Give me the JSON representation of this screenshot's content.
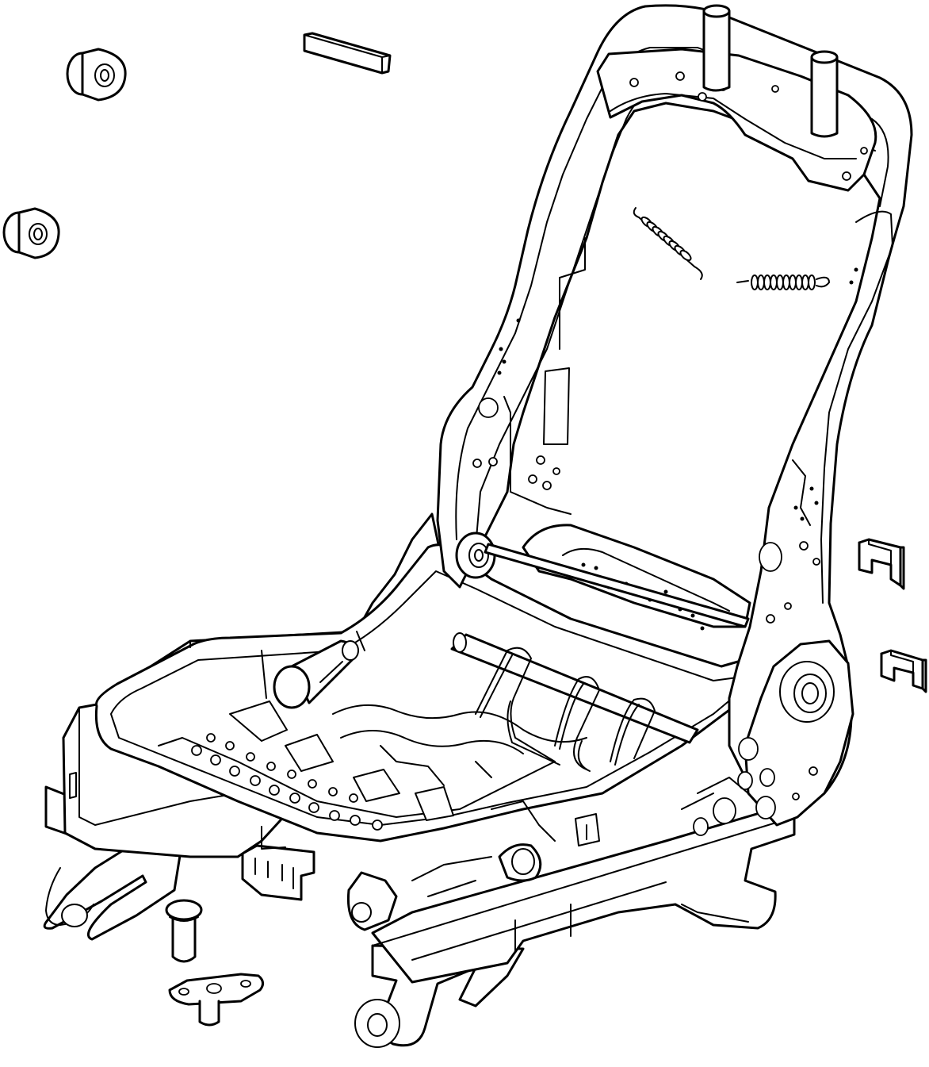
{
  "diagram": {
    "background": "#ffffff",
    "line_color": "#000000",
    "parts": [
      {
        "name": "seat-frame-assembly"
      },
      {
        "name": "grommet-upper"
      },
      {
        "name": "grommet-lower"
      },
      {
        "name": "pad-strip"
      },
      {
        "name": "tension-spring-diagonal"
      },
      {
        "name": "tension-spring-horizontal"
      },
      {
        "name": "clip-upper"
      },
      {
        "name": "clip-lower"
      },
      {
        "name": "pin"
      },
      {
        "name": "bracket-plate"
      }
    ]
  }
}
